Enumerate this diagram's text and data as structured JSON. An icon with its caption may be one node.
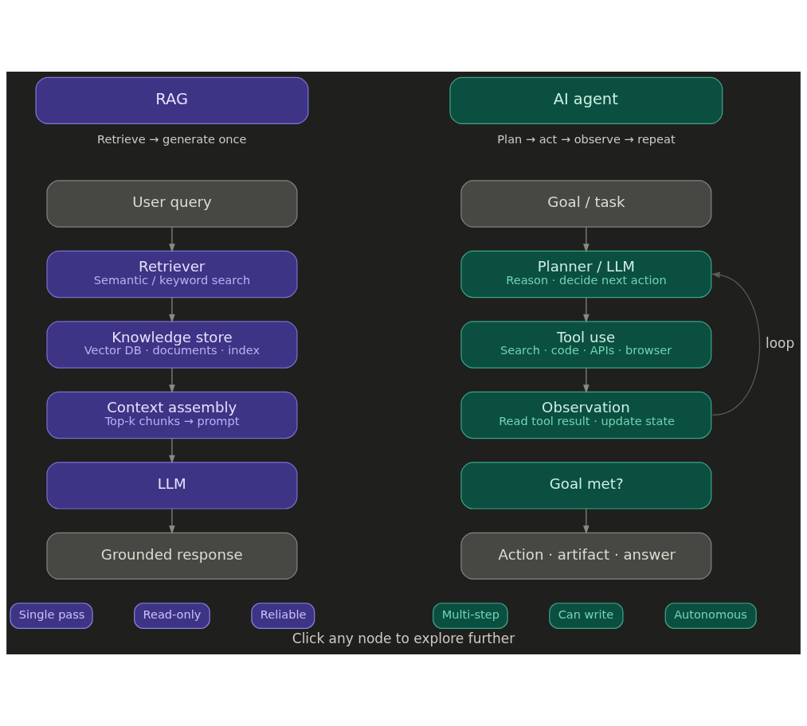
{
  "diagram": {
    "caption": "Click any node to explore further",
    "nodes": [
      {
        "text": [
          "RAG"
        ],
        "beside": [
          "Retrieve → generate once"
        ]
      },
      {
        "text": [
          "User query"
        ]
      },
      {
        "text": [
          "Retriever",
          "Semantic / keyword search"
        ]
      },
      {
        "text": [
          "Knowledge store",
          "Vector DB · documents · index"
        ]
      },
      {
        "text": [
          "Context assembly",
          "Top-k chunks → prompt"
        ]
      },
      {
        "text": [
          "LLM"
        ]
      },
      {
        "text": [
          "Grounded response"
        ]
      },
      {
        "text": [
          "Single pass"
        ]
      },
      {
        "text": [
          "Read-only"
        ]
      },
      {
        "text": [
          "Reliable"
        ]
      },
      {
        "text": [
          "AI agent"
        ],
        "beside": [
          "Plan → act → observe → repeat"
        ]
      },
      {
        "text": [
          "Goal / task"
        ]
      },
      {
        "text": [
          "Planner / LLM",
          "Reason · decide next action"
        ]
      },
      {
        "text": [
          "Tool use",
          "Search · code · APIs · browser"
        ]
      },
      {
        "text": [
          "Observation",
          "Read tool result · update state"
        ]
      },
      {
        "text": [
          "Goal met?"
        ]
      },
      {
        "text": [
          "Action · artifact · answer"
        ]
      },
      {
        "text": [
          "Multi-step"
        ]
      },
      {
        "text": [
          "Can write"
        ]
      },
      {
        "text": [
          "Autonomous"
        ]
      }
    ],
    "edges": [
      {
        "from": 1,
        "to": 2,
        "arrow": "to"
      },
      {
        "from": 2,
        "to": 3,
        "arrow": "to"
      },
      {
        "from": 3,
        "to": 4,
        "arrow": "to"
      },
      {
        "from": 4,
        "to": 5,
        "arrow": "to"
      },
      {
        "from": 5,
        "to": 6,
        "arrow": "to"
      },
      {
        "from": 11,
        "to": 12,
        "arrow": "to"
      },
      {
        "from": 12,
        "to": 13,
        "arrow": "to"
      },
      {
        "from": 13,
        "to": 14,
        "arrow": "to"
      },
      {
        "from": 14,
        "to": 12,
        "arrow": "to",
        "label": "loop",
        "color": "#5c5c59"
      },
      {
        "from": 15,
        "to": 16,
        "arrow": "to"
      }
    ]
  }
}
